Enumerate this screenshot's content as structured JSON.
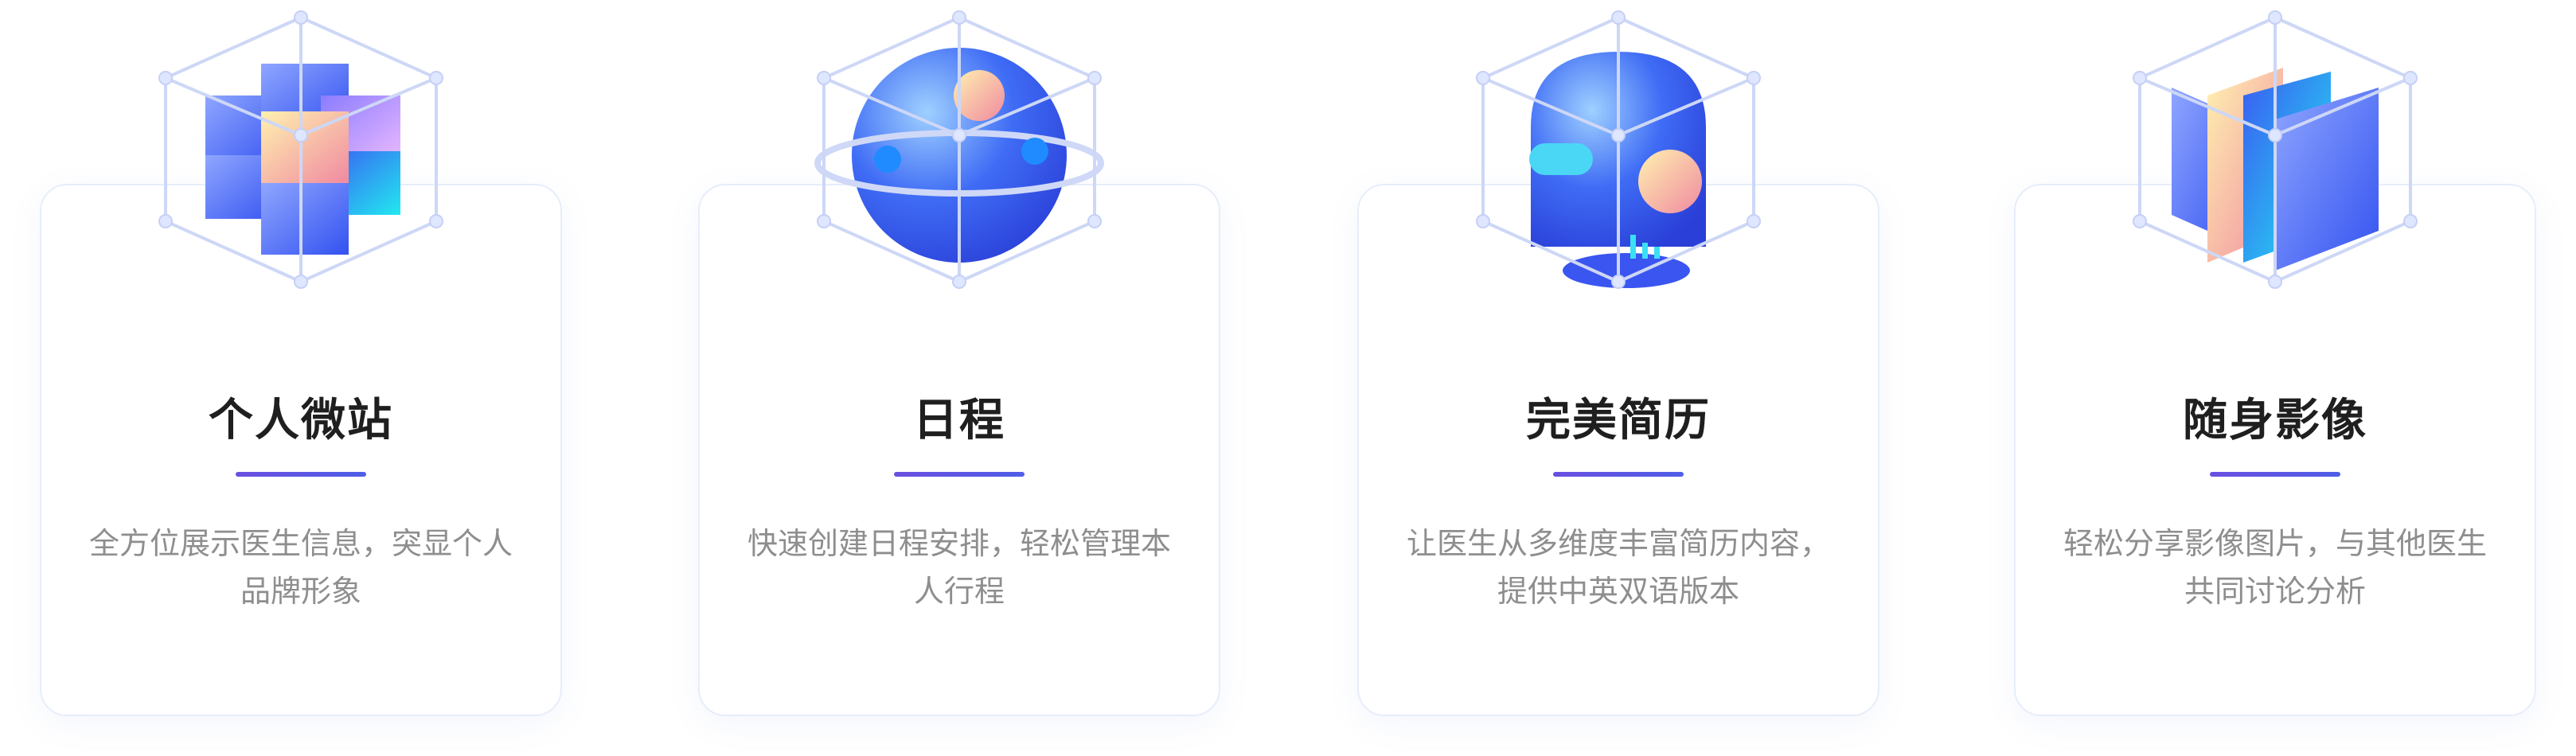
{
  "features": [
    {
      "title": "个人微站",
      "desc": "全方位展示医生信息，突显个人品牌形象",
      "icon": "cubes-icon"
    },
    {
      "title": "日程",
      "desc": "快速创建日程安排，轻松管理本人行程",
      "icon": "planet-icon"
    },
    {
      "title": "完美简历",
      "desc": "让医生从多维度丰富简历内容，提供中英双语版本",
      "icon": "robot-head-icon"
    },
    {
      "title": "随身影像",
      "desc": "轻松分享影像图片，与其他医生共同讨论分析",
      "icon": "image-panels-icon"
    }
  ],
  "colors": {
    "accent": "#5b55e6",
    "title": "#1f1f1f",
    "desc": "#8e8e8e",
    "card_border": "#e6edfb"
  }
}
